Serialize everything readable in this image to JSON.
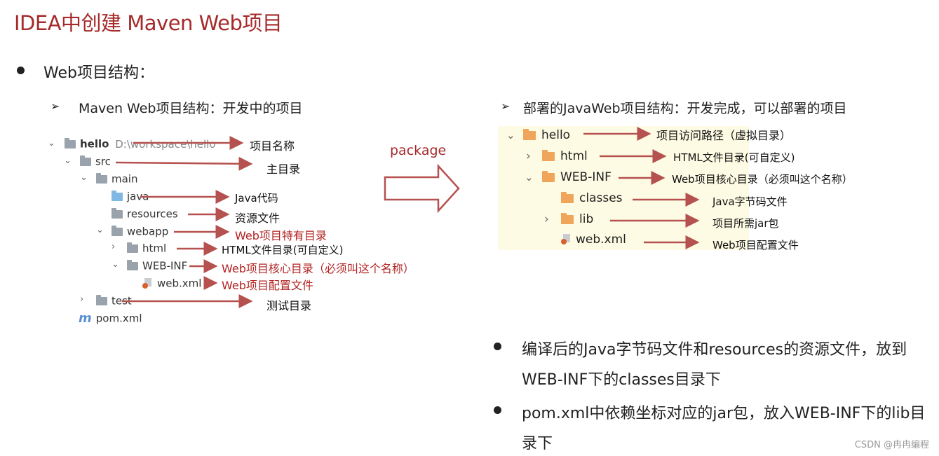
{
  "title": "IDEA中创建 Maven Web项目",
  "bullet_web": "Web项目结构：",
  "left": {
    "heading": "Maven Web项目结构：开发中的项目",
    "tree": {
      "hello": "hello",
      "hello_path": "D:\\workspace\\hello",
      "src": "src",
      "main": "main",
      "java": "java",
      "resources": "resources",
      "webapp": "webapp",
      "html": "html",
      "webinf": "WEB-INF",
      "webxml": "web.xml",
      "test": "test",
      "pom": "pom.xml"
    },
    "annotations": {
      "hello": "项目名称",
      "src": "主目录",
      "java": "Java代码",
      "resources": "资源文件",
      "webapp": "Web项目特有目录",
      "html": "HTML文件目录(可自定义)",
      "webinf": "Web项目核心目录（必须叫这个名称）",
      "webxml": "Web项目配置文件",
      "test": "测试目录"
    }
  },
  "package_label": "package",
  "right": {
    "heading": "部署的JavaWeb项目结构：开发完成，可以部署的项目",
    "tree": {
      "hello": "hello",
      "html": "html",
      "webinf": "WEB-INF",
      "classes": "classes",
      "lib": "lib",
      "webxml": "web.xml"
    },
    "annotations": {
      "hello": "项目访问路径（虚拟目录）",
      "html": "HTML文件目录(可自定义)",
      "webinf": "Web项目核心目录（必须叫这个名称）",
      "classes": "Java字节码文件",
      "lib": "项目所需jar包",
      "webxml": "Web项目配置文件"
    }
  },
  "notes": {
    "note1_line1": "编译后的Java字节码文件和resources的资源文件，放到",
    "note1_line2": "WEB-INF下的classes目录下",
    "note2_line1": "pom.xml中依赖坐标对应的jar包，放入WEB-INF下的lib目",
    "note2_line2": "录下"
  },
  "watermark": "CSDN @冉冉编程",
  "colors": {
    "title": "#a52a2a",
    "arrow": "#b5514f",
    "panel_bg": "#fdfbe3"
  },
  "icons": [
    "folder-icon",
    "xml-file-icon",
    "maven-m-icon",
    "chevron-right-icon",
    "chevron-down-icon",
    "bullet-arrow-icon",
    "hollow-right-arrow-icon"
  ]
}
